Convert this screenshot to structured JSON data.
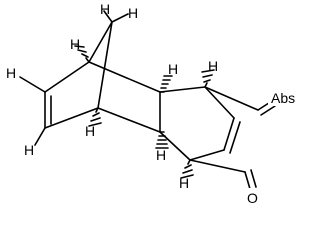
{
  "molecule": {
    "hydrogen_label": "H",
    "oxygen_label": "O",
    "abs_label": "Abs",
    "hydrogen_count_labels": [
      "H",
      "H",
      "H",
      "H",
      "H",
      "H",
      "H",
      "H"
    ]
  },
  "colors": {
    "bond": "#000000",
    "background": "#ffffff"
  }
}
